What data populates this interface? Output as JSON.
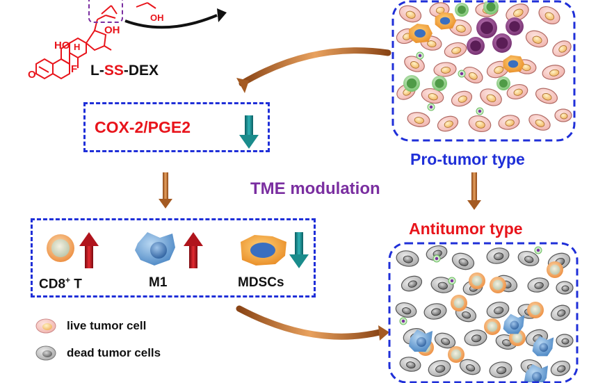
{
  "molecule": {
    "name_prefix": "L-",
    "name_ss": "SS",
    "name_suffix": "-DEX",
    "atoms": {
      "ho": "HO",
      "oh": "OH",
      "h": "H",
      "f": "F",
      "o": "O",
      "oh_small": "OH"
    }
  },
  "cox_box": {
    "label": "COX-2/PGE2",
    "arrow": "down"
  },
  "center_label": "TME modulation",
  "pro_tumor_label": "Pro-tumor type",
  "antitumor_label": "Antitumor type",
  "immune_cells": [
    {
      "label_main": "CD8",
      "label_sup": "+",
      "label_tail": " T",
      "arrow": "up"
    },
    {
      "label_main": "M1",
      "label_sup": "",
      "label_tail": "",
      "arrow": "up"
    },
    {
      "label_main": "MDSCs",
      "label_sup": "",
      "label_tail": "",
      "arrow": "down"
    }
  ],
  "legend": [
    {
      "label": "live tumor cell",
      "icon": "live-tumor-cell-icon"
    },
    {
      "label": "dead tumor cells",
      "icon": "dead-tumor-cell-icon"
    }
  ],
  "colors": {
    "dashed_border": "#1f2fd8",
    "cox_text": "#e8141b",
    "tme_text": "#7a2ea0",
    "pro_text": "#1f2fd8",
    "anti_text": "#e8141b",
    "flow_arrow": "#c8702e",
    "up_arrow": "#c0141e",
    "down_arrow": "#1a8c8c",
    "live_tumor": "#f6c8c2",
    "dead_tumor": "#c8c8c8",
    "mdsc": "#f09d3c",
    "macrophage": "#6ba3d6",
    "cd8": "#f2a35a",
    "green_cell": "#8fd08a",
    "purple_cell": "#8e3f87"
  }
}
